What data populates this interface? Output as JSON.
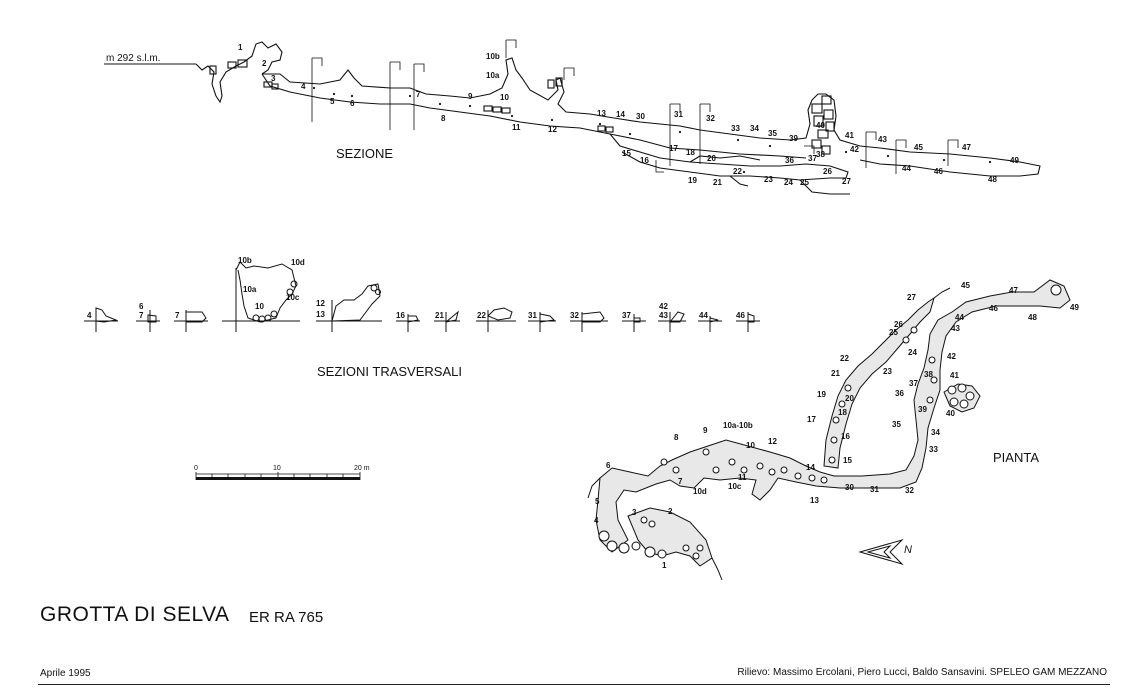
{
  "title": "GROTTA DI SELVA",
  "cave_code": "ER RA 765",
  "date": "Aprile 1995",
  "credits": "Rilievo: Massimo Ercolani, Piero Lucci, Baldo Sansavini. SPELEO GAM MEZZANO",
  "profile": {
    "label": "SEZIONE",
    "altitude_label": "m 292 s.l.m.",
    "stations": [
      "1",
      "2",
      "3",
      "4",
      "5",
      "6",
      "7",
      "8",
      "9",
      "10",
      "10a",
      "10b",
      "11",
      "12",
      "13",
      "14",
      "15",
      "16",
      "17",
      "18",
      "19",
      "20",
      "21",
      "22",
      "23",
      "24",
      "25",
      "26",
      "27",
      "30",
      "31",
      "32",
      "33",
      "34",
      "35",
      "36",
      "37",
      "38",
      "39",
      "40",
      "41",
      "42",
      "43",
      "44",
      "45",
      "46",
      "47",
      "48",
      "49"
    ]
  },
  "cross_sections": {
    "label": "SEZIONI TRASVERSALI",
    "items": [
      "4",
      "6 7",
      "7",
      "10 10a 10b 10c 10d",
      "12 13",
      "16",
      "21",
      "22",
      "31",
      "32",
      "37",
      "42 43",
      "44",
      "46"
    ]
  },
  "scale": {
    "ticks": [
      "0",
      "10",
      "20 m"
    ]
  },
  "plan": {
    "label": "PIANTA",
    "north_label": "N",
    "stations": [
      "1",
      "2",
      "3",
      "4",
      "5",
      "6",
      "7",
      "8",
      "9",
      "10",
      "10a-10b",
      "10c",
      "10d",
      "11",
      "12",
      "13",
      "14",
      "15",
      "16",
      "17",
      "18",
      "19",
      "20",
      "21",
      "22",
      "23",
      "24",
      "25",
      "26",
      "27",
      "30",
      "31",
      "32",
      "33",
      "34",
      "35",
      "36",
      "37",
      "38",
      "39",
      "40",
      "41",
      "42",
      "43",
      "44",
      "45",
      "46",
      "47",
      "48",
      "49"
    ]
  }
}
